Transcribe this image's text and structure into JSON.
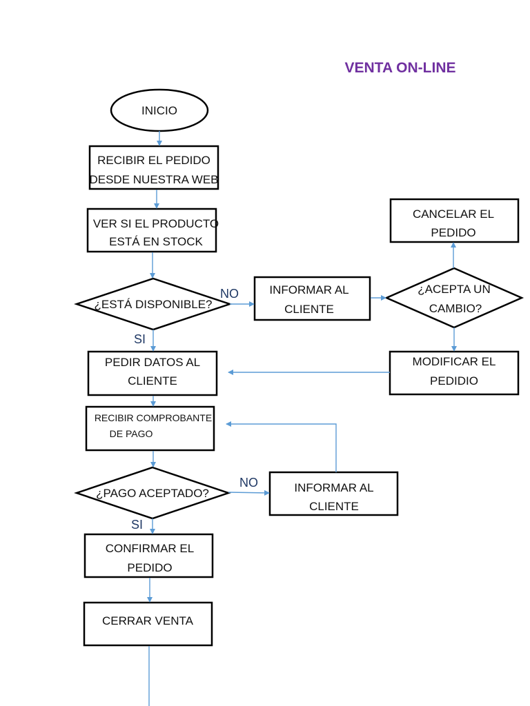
{
  "title": "VENTA ON-LINE",
  "colors": {
    "title": "#7030a0",
    "arrow": "#5b9bd5",
    "branch_label": "#1f3864"
  },
  "nodes": {
    "inicio": "INICIO",
    "recibir_pedido": [
      "RECIBIR EL PEDIDO",
      "DESDE NUESTRA WEB"
    ],
    "ver_stock": [
      "VER SI EL PRODUCTO",
      "ESTÁ EN STOCK"
    ],
    "disponible": "¿ESTÁ DISPONIBLE?",
    "informar_1": [
      "INFORMAR AL",
      "CLIENTE"
    ],
    "acepta_cambio": [
      "¿ACEPTA UN",
      "CAMBIO?"
    ],
    "cancelar": [
      "CANCELAR EL",
      "PEDIDO"
    ],
    "modificar": [
      "MODIFICAR EL",
      "PEDIDIO"
    ],
    "pedir_datos": [
      "PEDIR DATOS AL",
      "CLIENTE"
    ],
    "recibir_comprobante": [
      "RECIBIR COMPROBANTE",
      "DE PAGO"
    ],
    "pago_aceptado": "¿PAGO ACEPTADO?",
    "informar_2": [
      "INFORMAR AL",
      "CLIENTE"
    ],
    "confirmar": [
      "CONFIRMAR EL",
      "PEDIDO"
    ],
    "cerrar": "CERRAR VENTA"
  },
  "branch_labels": {
    "no_1": "NO",
    "si_1": "SI",
    "no_2": "NO",
    "si_2": "SI"
  }
}
